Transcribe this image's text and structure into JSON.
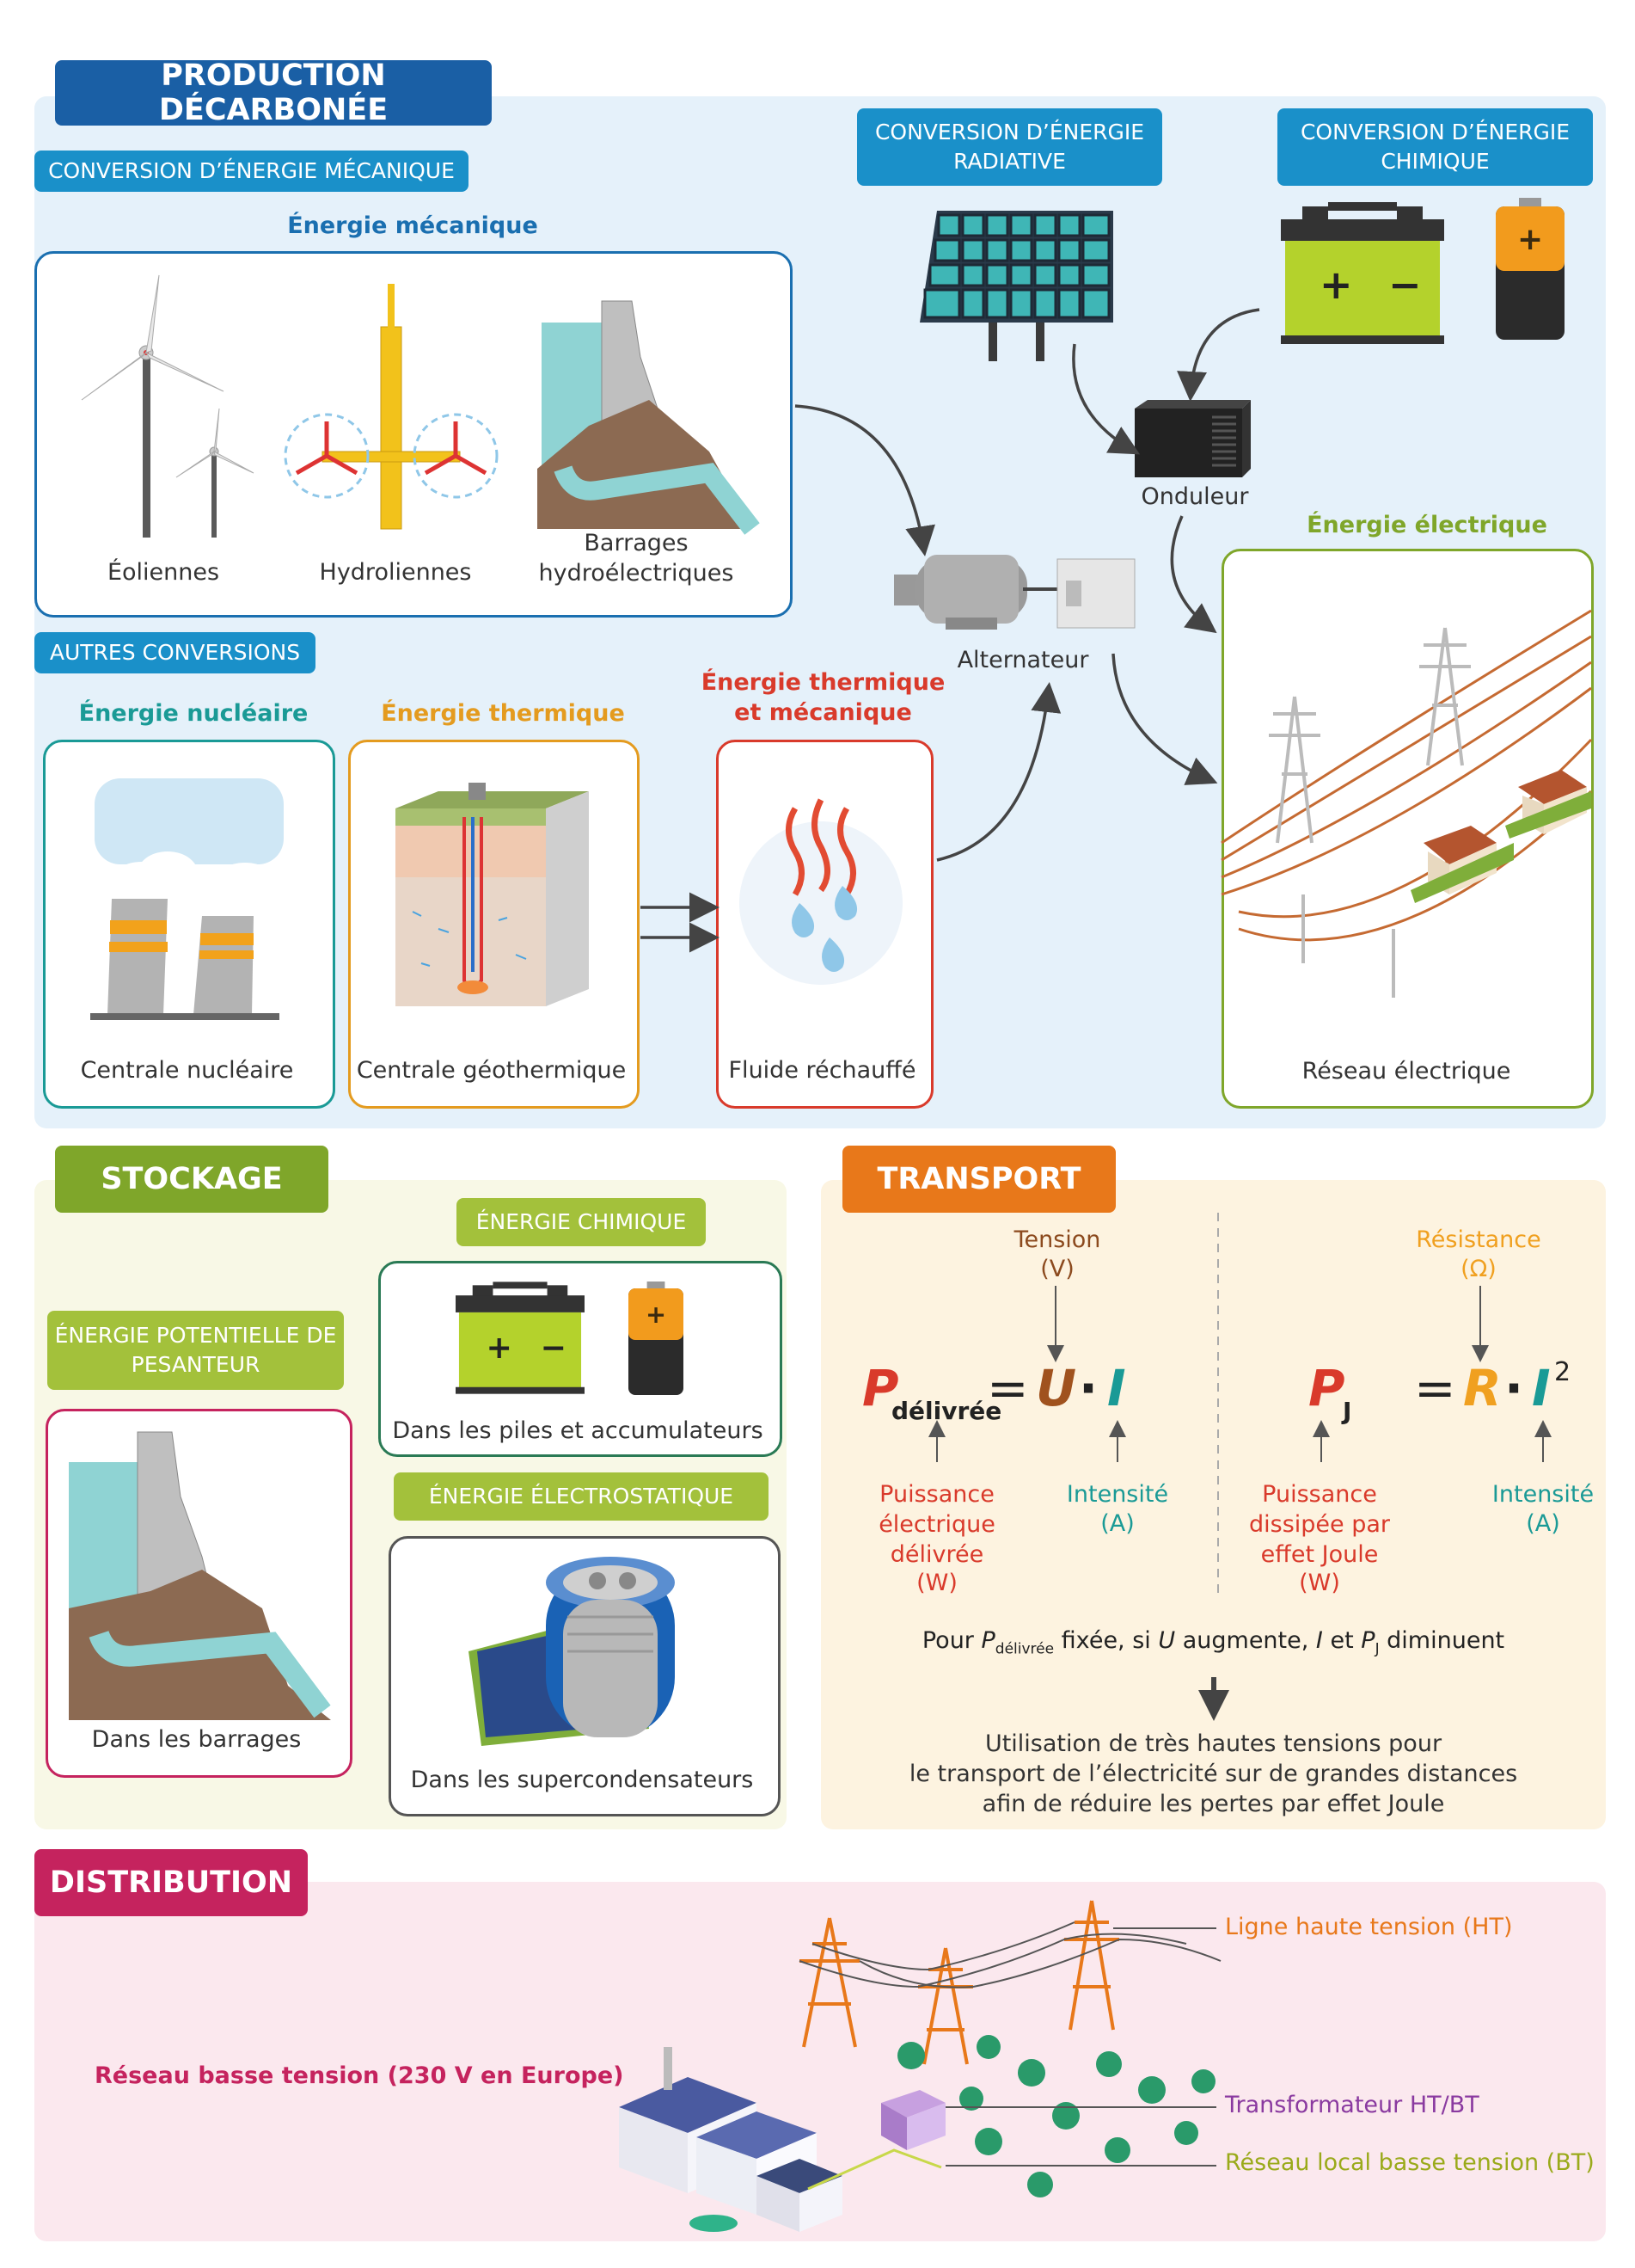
{
  "production": {
    "title": "PRODUCTION DÉCARBONÉE",
    "mech_tag": "CONVERSION D’ÉNERGIE MÉCANIQUE",
    "mech_heading": "Énergie mécanique",
    "eoliennes": "Éoliennes",
    "hydroliennes": "Hydroliennes",
    "barrages": "Barrages hydroélectriques",
    "rad_tag": "CONVERSION D’ÉNERGIE RADIATIVE",
    "chem_tag": "CONVERSION D’ÉNERGIE CHIMIQUE",
    "onduleur": "Onduleur",
    "alternateur": "Alternateur",
    "elec_heading": "Énergie électrique",
    "reseau": "Réseau électrique",
    "other_tag": "AUTRES CONVERSIONS",
    "nuc_heading": "Énergie nucléaire",
    "nuc_label": "Centrale nucléaire",
    "therm_heading": "Énergie thermique",
    "geo_label": "Centrale géothermique",
    "tm_heading": "Énergie thermique et mécanique",
    "fluid_label": "Fluide réchauffé"
  },
  "stockage": {
    "title": "STOCKAGE",
    "pot_tag": "ÉNERGIE POTENTIELLE DE PESANTEUR",
    "barrages_label": "Dans les barrages",
    "chem_tag": "ÉNERGIE CHIMIQUE",
    "piles_label": "Dans les piles et accumulateurs",
    "elec_tag": "ÉNERGIE ÉLECTROSTATIQUE",
    "super_label": "Dans les supercondensateurs"
  },
  "transport": {
    "title": "TRANSPORT",
    "tension": "Tension",
    "tension_unit": "(V)",
    "resistance": "Résistance",
    "resistance_unit": "(Ω)",
    "P": "P",
    "P_sub": "délivrée",
    "eq": "=",
    "U": "U",
    "dot": "·",
    "I": "I",
    "PJ": "P",
    "PJ_sub": "J",
    "R": "R",
    "exp": "2",
    "puissance_delivree": "Puissance électrique délivrée",
    "unit_W": "(W)",
    "intensite": "Intensité",
    "unit_A": "(A)",
    "puissance_joule": "Puissance dissipée par effet Joule",
    "note_pre": "Pour ",
    "note_P": "P",
    "note_Psub": "délivrée",
    "note_mid1": " fixée, si ",
    "note_U": "U",
    "note_mid2": " augmente, ",
    "note_I": "I",
    "note_mid3": " et ",
    "note_PJ": "P",
    "note_PJsub": "J",
    "note_post": " diminuent",
    "conclusion_1": "Utilisation de très hautes tensions pour",
    "conclusion_2": "le transport de l’électricité sur de grandes distances",
    "conclusion_3": "afin de réduire les pertes par effet Joule"
  },
  "distribution": {
    "title": "DISTRIBUTION",
    "bt_network": "Réseau basse tension (230 V en Europe)",
    "ht_line": "Ligne haute tension (HT)",
    "transformer": "Transformateur HT/BT",
    "local_bt": "Réseau local basse tension (BT)"
  },
  "colors": {
    "blue": "#1a6fb0",
    "light_blue": "#e5f1fa",
    "cyan_tag": "#1a90c9",
    "green": "#7fa62a",
    "orange": "#e8781a",
    "magenta": "#c5235e",
    "red": "#d93a2b",
    "teal": "#1a9a96",
    "brown": "#8c4a1e",
    "gold": "#f0a020"
  }
}
